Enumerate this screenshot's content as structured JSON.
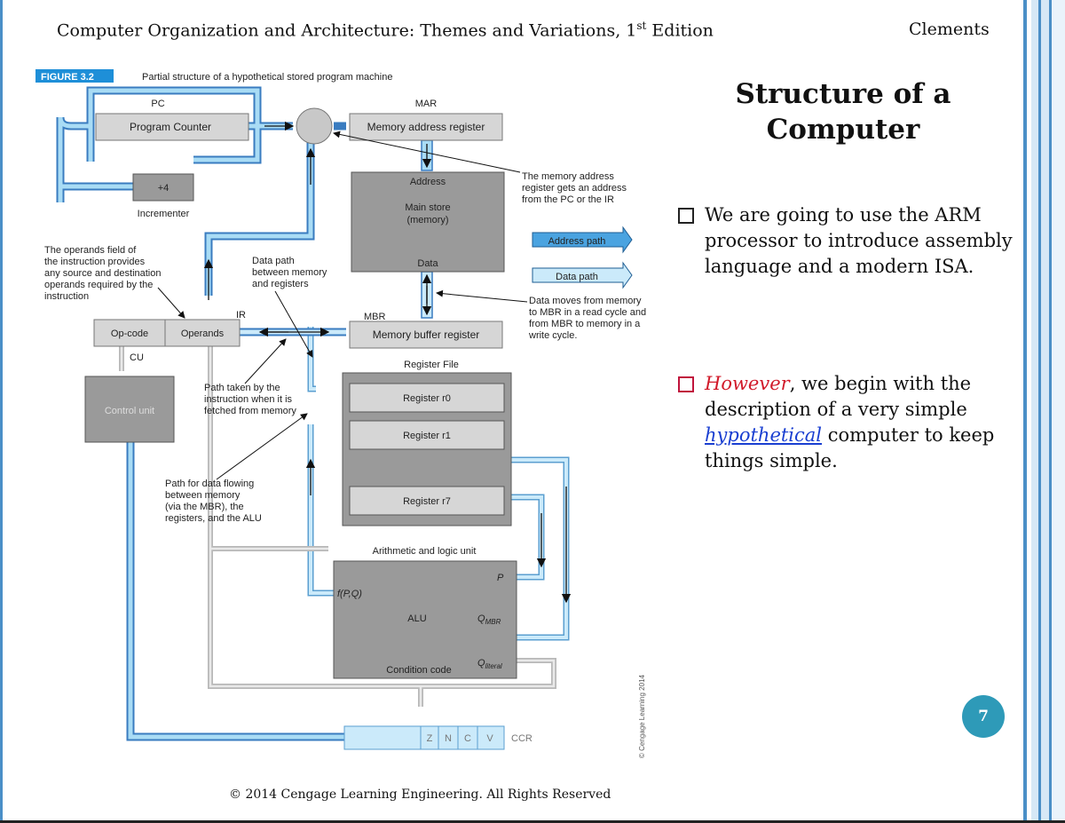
{
  "header": {
    "book_title": "Computer Organization and Architecture: Themes and Variations, 1",
    "edition_sup": "st",
    "edition_suffix": " Edition",
    "author": "Clements"
  },
  "slide_title_line1": "Structure of a",
  "slide_title_line2": "Computer",
  "bullets": [
    {
      "text": "We are going to use the ARM processor to introduce assembly language and a modern ISA."
    },
    {
      "emph": "However",
      "text_a": ", we begin with the description of a very simple ",
      "link": "hypothetical",
      "text_b": " computer to keep things simple."
    }
  ],
  "page_number": "7",
  "footer": "© 2014 Cengage Learning Engineering. All Rights Reserved",
  "figure": {
    "badge": "FIGURE 3.2",
    "caption": "Partial structure of a hypothetical stored program machine",
    "labels": {
      "pc": "PC",
      "program_counter": "Program Counter",
      "mar": "MAR",
      "memory_address_register": "Memory address register",
      "plus4": "+4",
      "incrementer": "Incrementer",
      "address": "Address",
      "main_store": "Main store",
      "memory": "(memory)",
      "data": "Data",
      "address_path": "Address path",
      "data_path": "Data path",
      "mbr": "MBR",
      "memory_buffer_register": "Memory buffer register",
      "ir": "IR",
      "opcode": "Op-code",
      "operands": "Operands",
      "cu": "CU",
      "control_unit": "Control unit",
      "register_file": "Register File",
      "r0": "Register r0",
      "r1": "Register r1",
      "r7": "Register r7",
      "alu_title": "Arithmetic and logic unit",
      "alu": "ALU",
      "p": "P",
      "fpq": "f(P,Q)",
      "q": "Q",
      "q_mbr_sub": "MBR",
      "q_literal_sub": "literal",
      "condition_code": "Condition code",
      "z": "Z",
      "n": "N",
      "c": "C",
      "v": "V",
      "ccr": "CCR",
      "copyright": "© Cengage Learning 2014"
    },
    "annotations": {
      "mar_note": [
        "The memory address",
        "register gets an address",
        "from the PC or the IR"
      ],
      "operands_note": [
        "The operands field of",
        "the instruction provides",
        "any source and destination",
        "operands required by the",
        "instruction"
      ],
      "datapath_note": [
        "Data path",
        "between memory",
        "and registers"
      ],
      "mbr_note": [
        "Data moves from memory",
        "to MBR in a read cycle and",
        "from MBR to memory in a",
        "write cycle."
      ],
      "fetch_note": [
        "Path taken by the",
        "instruction when it is",
        "fetched from memory"
      ],
      "flow_note": [
        "Path for data flowing",
        "between memory",
        "(via the MBR), the",
        "registers, and the ALU"
      ]
    }
  }
}
